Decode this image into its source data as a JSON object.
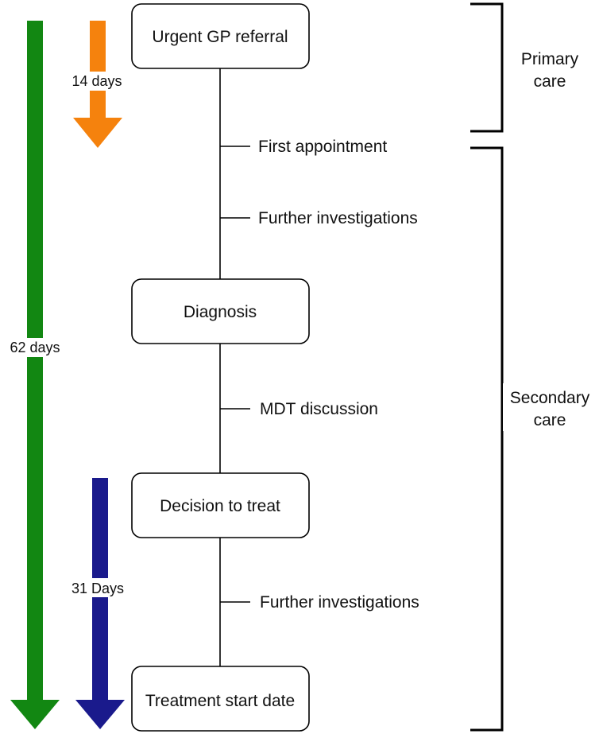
{
  "arrows": {
    "long": {
      "label": "62 days",
      "color": "#128712"
    },
    "referral": {
      "label": "14 days",
      "color": "#f5820d"
    },
    "treatment": {
      "label": "31 Days",
      "color": "#1a1a8c"
    }
  },
  "nodes": {
    "referral": "Urgent GP referral",
    "diagnosis": "Diagnosis",
    "decision": "Decision to treat",
    "treatment": "Treatment start date"
  },
  "branches": {
    "first_appointment": "First appointment",
    "further_investigations_1": "Further investigations",
    "mdt_discussion": "MDT discussion",
    "further_investigations_2": "Further investigations"
  },
  "brackets": {
    "primary_care": {
      "line1": "Primary",
      "line2": "care"
    },
    "secondary_care": {
      "line1": "Secondary",
      "line2": "care"
    }
  }
}
